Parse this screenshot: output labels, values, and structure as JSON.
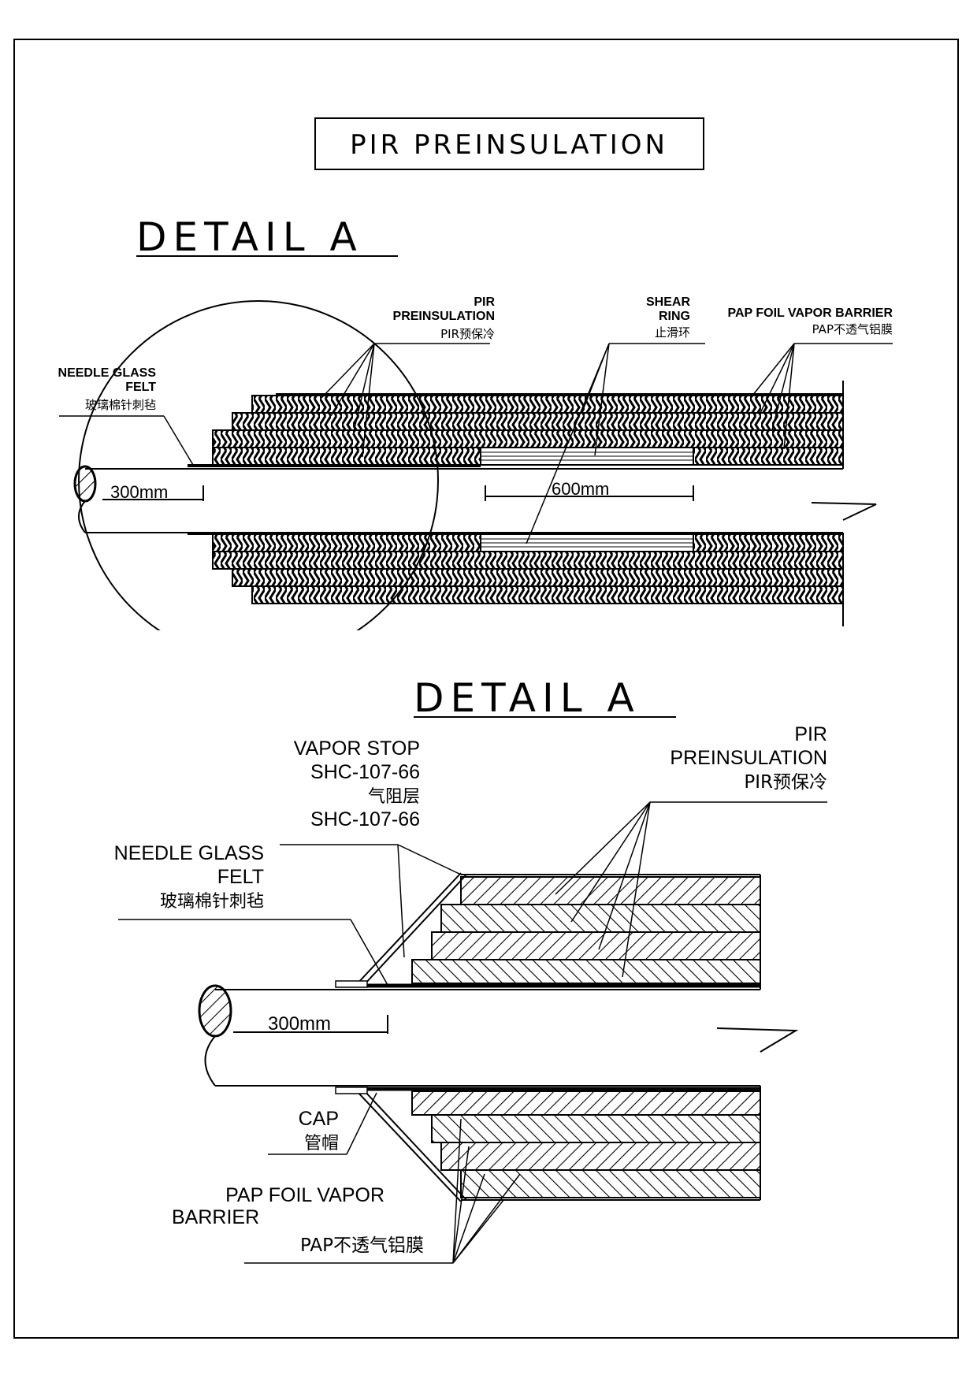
{
  "title": "PIR PREINSULATION",
  "detail_top": {
    "heading": "DETAIL A",
    "labels": {
      "pir_line1": "PIR",
      "pir_line2": "PREINSULATION",
      "pir_cn": "PIR预保冷",
      "shear_line1": "SHEAR",
      "shear_line2": "RING",
      "shear_cn": "止滑环",
      "pap_line1": "PAP FOIL VAPOR BARRIER",
      "pap_cn": "PAP不透气铝膜",
      "needle_line1": "NEEDLE GLASS",
      "needle_line2": "FELT",
      "needle_cn": "玻璃棉针刺毡"
    },
    "dimensions": {
      "dim1": "300mm",
      "dim2": "600mm"
    }
  },
  "detail_bottom": {
    "heading": "DETAIL A",
    "labels": {
      "vapor_line1": "VAPOR STOP",
      "vapor_line2": "SHC-107-66",
      "vapor_cn": "气阻层",
      "vapor_line4": "SHC-107-66",
      "needle_line1": "NEEDLE GLASS",
      "needle_line2": "FELT",
      "needle_cn": "玻璃棉针刺毡",
      "pir_line1": "PIR",
      "pir_line2": "PREINSULATION",
      "pir_cn": "PIR预保冷",
      "cap_line1": "CAP",
      "cap_cn": "管帽",
      "pap_line1": "PAP FOIL VAPOR",
      "pap_line2": "BARRIER",
      "pap_cn": "PAP不透气铝膜"
    },
    "dimensions": {
      "dim1": "300mm"
    }
  }
}
